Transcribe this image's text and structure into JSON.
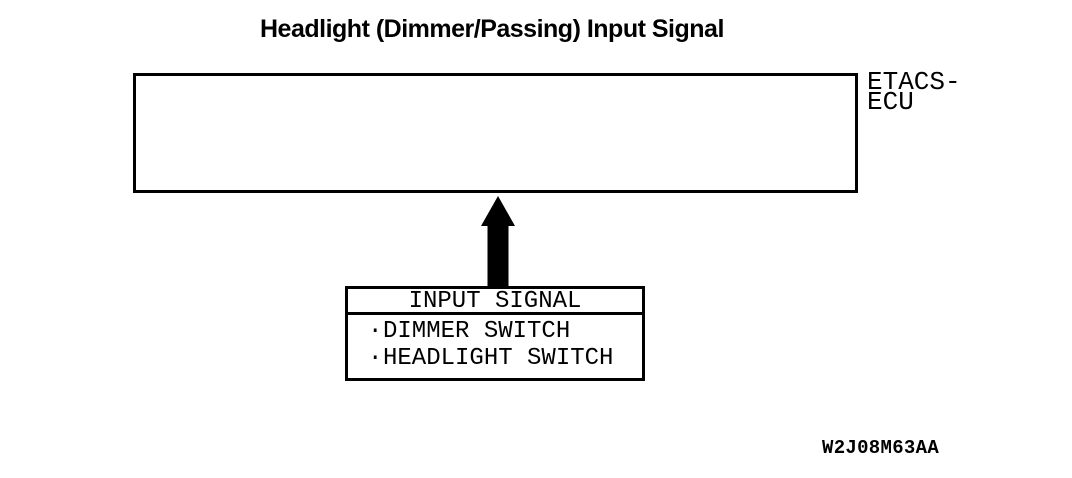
{
  "title": "Headlight (Dimmer/Passing) Input Signal",
  "ecu": {
    "label_line1": "ETACS-",
    "label_line2": "ECU"
  },
  "input_signal_box": {
    "header": "INPUT SIGNAL",
    "items": [
      {
        "bullet": "·",
        "label": "DIMMER SWITCH"
      },
      {
        "bullet": "·",
        "label": "HEADLIGHT SWITCH"
      }
    ]
  },
  "figure_code": "W2J08M63AA",
  "colors": {
    "line": "#000000",
    "background": "#ffffff"
  }
}
